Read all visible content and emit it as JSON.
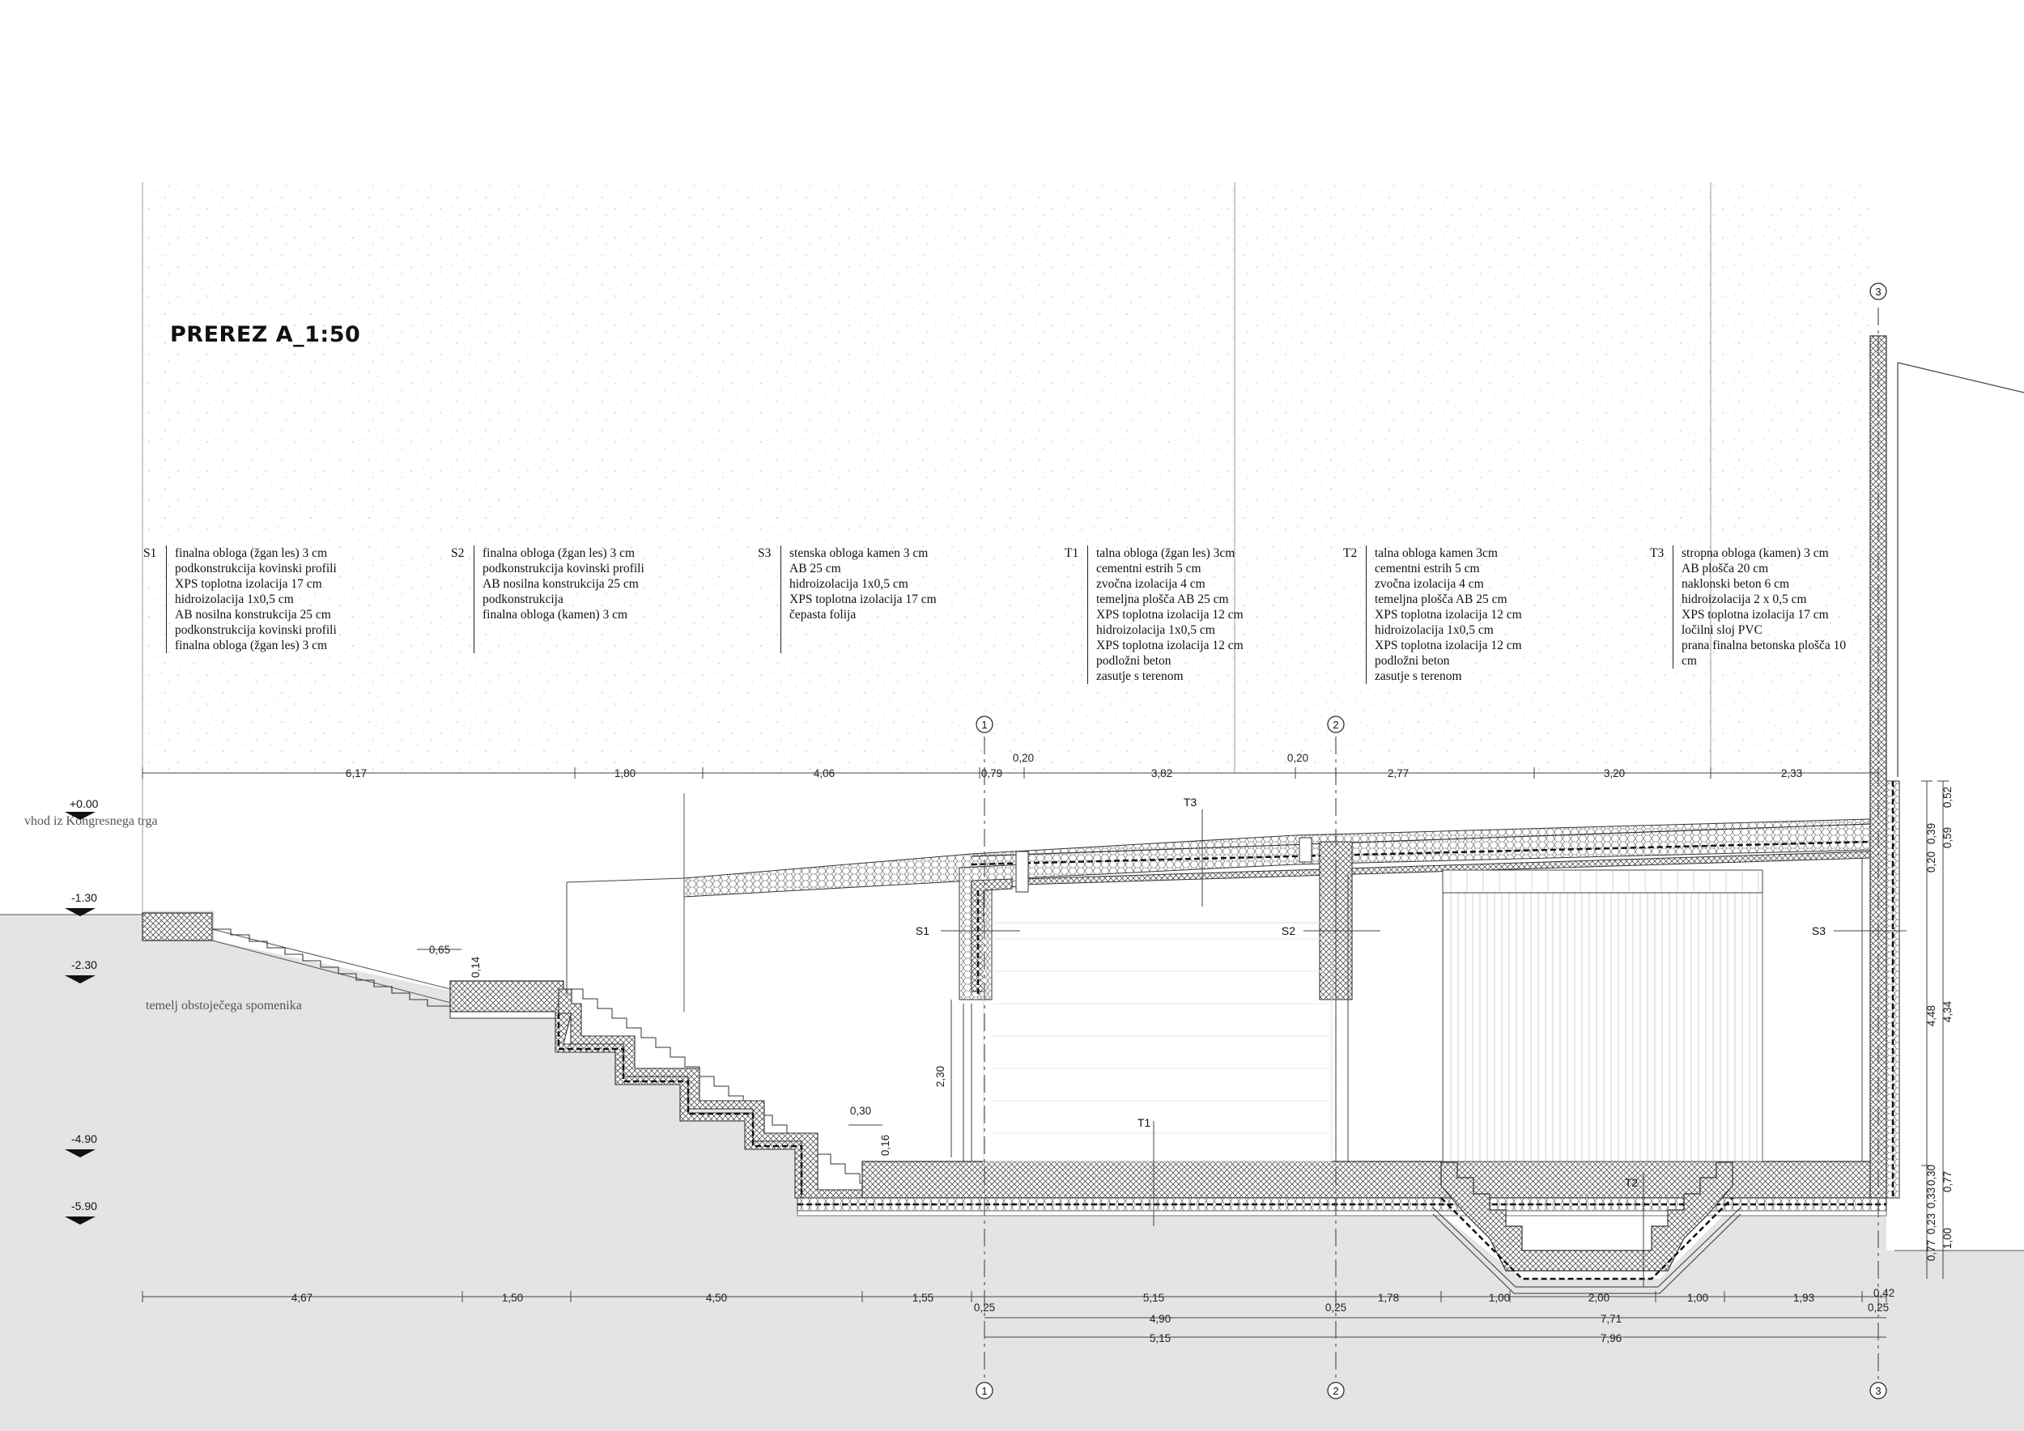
{
  "title": "PREREZ A_1:50",
  "legend": [
    {
      "code": "S1",
      "lines": [
        "finalna obloga (žgan les) 3 cm",
        "podkonstrukcija kovinski profili",
        "XPS toplotna izolacija 17 cm",
        "hidroizolacija 1x0,5 cm",
        "AB nosilna konstrukcija 25 cm",
        "podkonstrukcija kovinski profili",
        "finalna obloga (žgan les) 3 cm"
      ]
    },
    {
      "code": "S2",
      "lines": [
        "finalna obloga (žgan les) 3 cm",
        "podkonstrukcija kovinski profili",
        "AB nosilna konstrukcija 25 cm",
        "podkonstrukcija",
        "finalna obloga (kamen) 3 cm"
      ]
    },
    {
      "code": "S3",
      "lines": [
        "stenska obloga kamen 3 cm",
        "AB 25 cm",
        "hidroizolacija 1x0,5 cm",
        "XPS toplotna izolacija 17 cm",
        "čepasta folija"
      ]
    },
    {
      "code": "T1",
      "lines": [
        "talna obloga (žgan les)  3cm",
        "cementni estrih 5 cm",
        "zvočna izolacija 4 cm",
        "temeljna plošča AB 25 cm",
        "XPS toplotna izolacija 12 cm",
        "hidroizolacija 1x0,5 cm",
        "XPS toplotna izolacija 12 cm",
        "podložni beton",
        "zasutje s terenom"
      ]
    },
    {
      "code": "T2",
      "lines": [
        "talna obloga kamen  3cm",
        "cementni estrih 5 cm",
        "zvočna izolacija 4 cm",
        "temeljna plošča AB 25 cm",
        "XPS toplotna izolacija 12 cm",
        "hidroizolacija 1x0,5 cm",
        "XPS toplotna izolacija 12 cm",
        "podložni beton",
        "zasutje s terenom"
      ]
    },
    {
      "code": "T3",
      "lines": [
        "stropna obloga (kamen) 3 cm",
        "AB plošča 20 cm",
        "naklonski beton 6 cm",
        "hidroizolacija 2 x 0,5 cm",
        "XPS toplotna izolacija 17 cm",
        "ločilni sloj PVC",
        "prana finalna betonska plošča 10",
        "cm"
      ]
    }
  ],
  "levels": [
    "+0.00",
    "-1.30",
    "-2.30",
    "-4.90",
    "-5.90"
  ],
  "notes": {
    "entrance": "vhod iz Kongresnega trga",
    "foundation": "temelj obstoječega spomenika"
  },
  "axes": [
    "1",
    "2",
    "3"
  ],
  "dims_top": [
    "6,17",
    "1,80",
    "4,06",
    "0,79",
    "3,82",
    "2,77",
    "3,20",
    "2,33"
  ],
  "dims_top_small": [
    "0,20",
    "0,20"
  ],
  "dims_bottom": [
    "4,67",
    "1,50",
    "4,50",
    "1,55",
    "5,15",
    "1,78",
    "1,00",
    "2,00",
    "1,00",
    "1,93",
    "0,42"
  ],
  "dims_bottom_sub": [
    "0,25",
    "0,25",
    "0,25"
  ],
  "dims_bottom_row2": [
    "4,90",
    "7,71"
  ],
  "dims_bottom_row3": [
    "5,15",
    "7,96"
  ],
  "dims_right_outer": [
    "0,52",
    "0,59",
    "4,34",
    "0,77",
    "1,00"
  ],
  "dims_right_inner": [
    "0,39",
    "0,20",
    "4,48",
    "0,30",
    "0,33",
    "0,23",
    "0,77"
  ],
  "dims_misc": [
    "0,65",
    "0,14",
    "0,30",
    "0,16",
    "2,30"
  ],
  "section_labels": [
    "S1",
    "S2",
    "S3",
    "T1",
    "T2",
    "T3"
  ]
}
